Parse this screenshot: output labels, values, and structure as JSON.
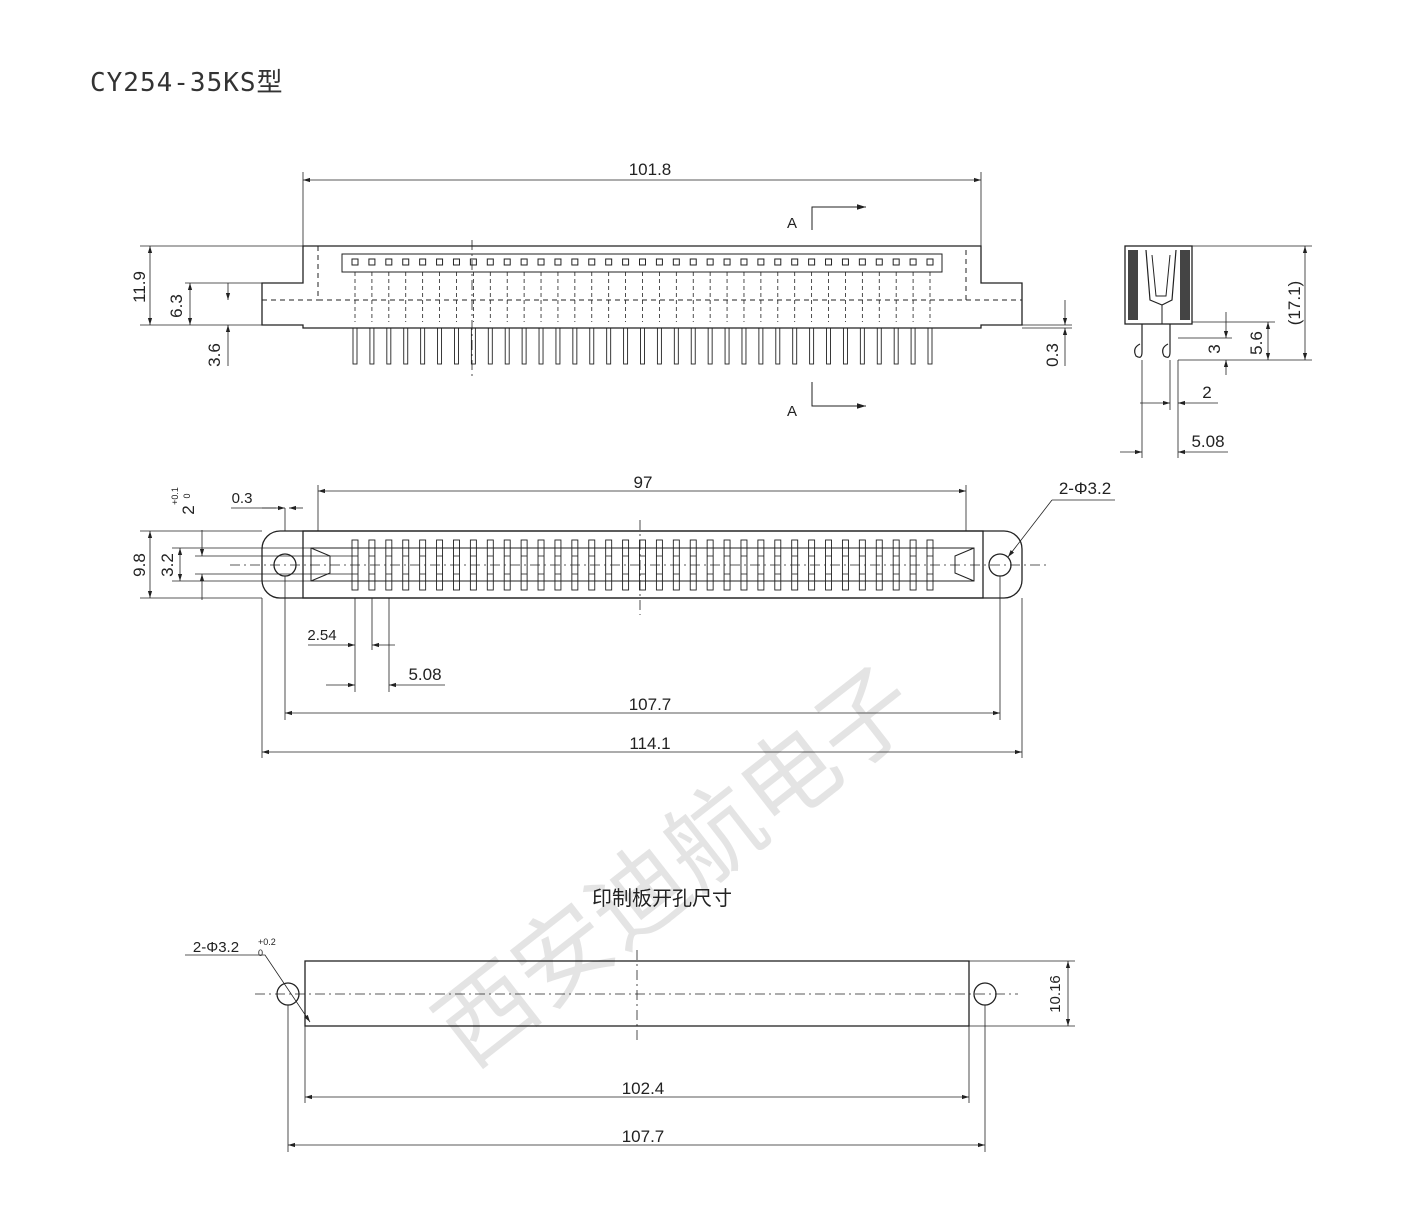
{
  "title": "CY254-35KS型",
  "watermark": "西安迪航电子",
  "front_view": {
    "width_label": "101.8",
    "h_11_9": "11.9",
    "h_6_3": "6.3",
    "h_3_6": "3.6",
    "h_0_3": "0.3",
    "section_label": "A",
    "pin_count": 35
  },
  "side_view": {
    "h_17_1": "(17.1)",
    "h_5_6": "5.6",
    "h_3": "3",
    "w_2": "2",
    "w_5_08": "5.08"
  },
  "top_view": {
    "w_97": "97",
    "w_107_7": "107.7",
    "w_114_1": "114.1",
    "h_9_8": "9.8",
    "h_3_2": "3.2",
    "h_2": "2",
    "tol_plus": "+0.1",
    "tol_zero": "0",
    "t_0_3": "0.3",
    "hole_label": "2-Φ3.2",
    "pitch_2_54": "2.54",
    "pitch_5_08": "5.08"
  },
  "pcb_cutout": {
    "heading": "印制板开孔尺寸",
    "hole_label": "2-Φ3.2",
    "tol_plus": "+0.2",
    "tol_zero": "0",
    "w_102_4": "102.4",
    "w_107_7": "107.7",
    "h_10_16": "10.16"
  }
}
